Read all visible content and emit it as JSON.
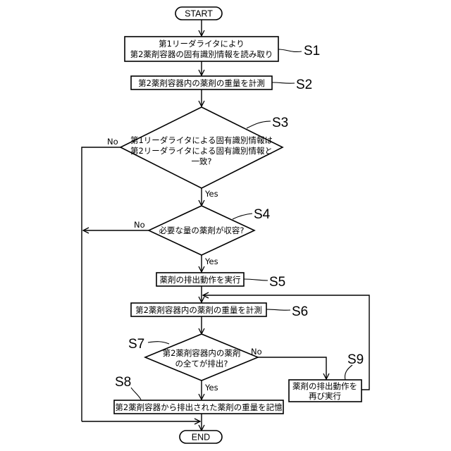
{
  "flowchart": {
    "start": "START",
    "end": "END",
    "s1": {
      "id": "S1",
      "line1": "第1リーダライタにより",
      "line2": "第2薬剤容器の固有識別情報を読み取り"
    },
    "s2": {
      "id": "S2",
      "text": "第2薬剤容器内の薬剤の重量を計測"
    },
    "s3": {
      "id": "S3",
      "line1": "第1リーダライタによる固有識別情報は",
      "line2": "第2リーダライタによる固有識別情報と",
      "line3": "一致?"
    },
    "s4": {
      "id": "S4",
      "text": "必要な量の薬剤が収容?"
    },
    "s5": {
      "id": "S5",
      "text": "薬剤の排出動作を実行"
    },
    "s6": {
      "id": "S6",
      "text": "第2薬剤容器内の薬剤の重量を計測"
    },
    "s7": {
      "id": "S7",
      "line1": "第2薬剤容器内の薬剤",
      "line2": "の全てが排出?"
    },
    "s8": {
      "id": "S8",
      "text": "第2薬剤容器から排出された薬剤の重量を記憶"
    },
    "s9": {
      "id": "S9",
      "line1": "薬剤の排出動作を",
      "line2": "再び実行"
    },
    "labels": {
      "yes": "Yes",
      "no": "No"
    }
  }
}
